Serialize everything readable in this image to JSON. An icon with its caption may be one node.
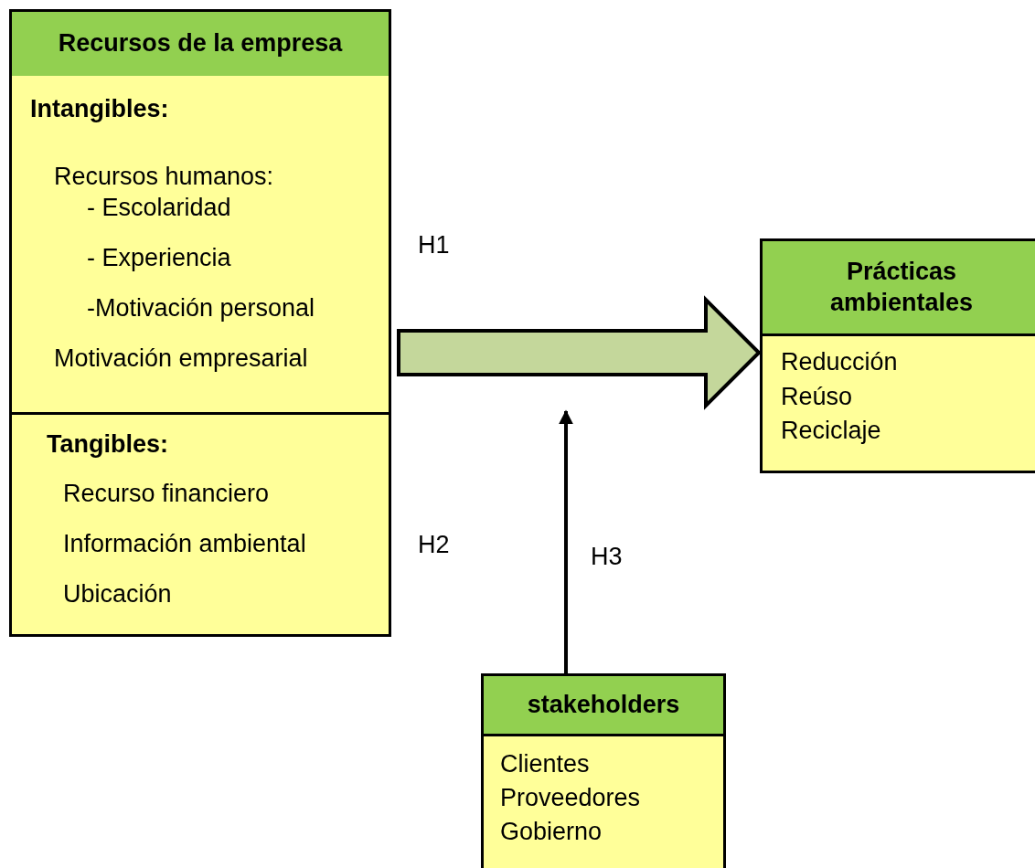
{
  "diagram": {
    "nodes": [
      {
        "text": [
          "Recursos de la empresa"
        ]
      },
      {
        "text": [
          "Intangibles:",
          "Recursos humanos:",
          "- Escolaridad",
          "- Experiencia",
          "-Motivación personal",
          "Motivación empresarial"
        ],
        "in": 0
      },
      {
        "text": [
          "Tangibles:",
          "Recurso financiero",
          "Información ambiental",
          "Ubicación"
        ],
        "in": 0
      },
      {
        "text": [
          "Prácticas ambientales",
          "Reducción",
          "Reúso",
          "Reciclaje"
        ]
      },
      {
        "text": [
          "stakeholders",
          "Clientes",
          "Proveedores",
          "Gobierno"
        ]
      }
    ],
    "edges": [
      {
        "from": 0,
        "to": 3,
        "arrow": "to",
        "style": "thick",
        "color": "#c4d79b"
      },
      {
        "from": 4,
        "to": null,
        "arrow": "to"
      }
    ],
    "labels": [
      "H1",
      "H2",
      "H3"
    ]
  }
}
